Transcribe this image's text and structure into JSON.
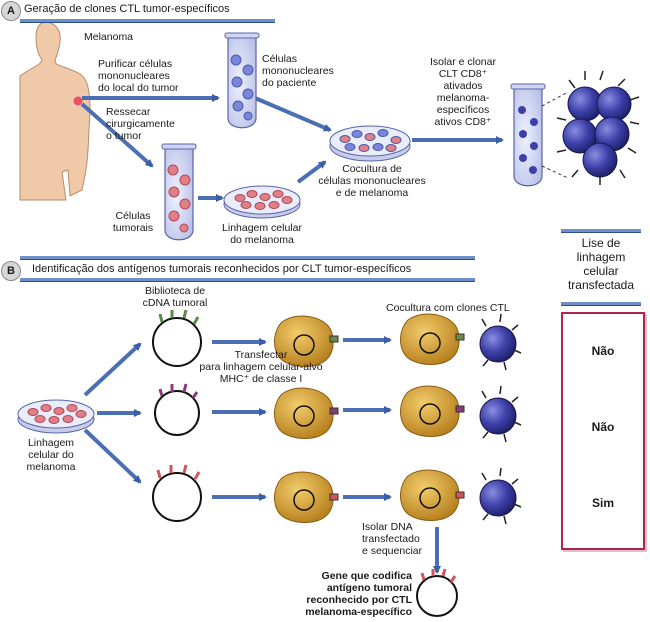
{
  "section_a": {
    "letter": "A",
    "title": "Geração de clones CTL tumor-específicos",
    "melanoma": "Melanoma",
    "purify": [
      "Purificar células",
      "mononucleares",
      "do local do tumor"
    ],
    "resect": [
      "Ressecar",
      "cirurgicamente",
      "o tumor"
    ],
    "patient_cells": [
      "Células",
      "mononucleares",
      "do paciente"
    ],
    "tumor_cells": [
      "Células",
      "tumorais"
    ],
    "cell_line": [
      "Linhagem celular",
      "do melanoma"
    ],
    "coculture": [
      "Cocultura de",
      "células mononucleares",
      "e de melanoma"
    ],
    "isolate": [
      "Isolar e clonar",
      "CLT CD8⁺",
      "ativados",
      "melanoma-",
      "específicos",
      "ativos CD8⁺"
    ]
  },
  "section_b": {
    "letter": "B",
    "title": "Identificação dos antígenos tumorais reconhecidos por CLT tumor-específicos",
    "library": [
      "Biblioteca de",
      "cDNA tumoral"
    ],
    "coculture_ctl": "Cocultura com clones CTL",
    "transfect": [
      "Transfectar",
      "para linhagem celular-alvo",
      "MHC⁺ de classe I"
    ],
    "melanoma_line": [
      "Linhagem",
      "celular do",
      "melanoma"
    ],
    "isolate_dna": [
      "Isolar DNA",
      "transfectado",
      "e sequenciar"
    ],
    "gene": [
      "Gene que codifica",
      "antígeno tumoral",
      "reconhecido por CTL",
      "melanoma-específico"
    ]
  },
  "lysis": {
    "header": [
      "Lise de",
      "linhagem",
      "celular",
      "transfectada"
    ],
    "results": [
      "Não",
      "Não",
      "Sim"
    ]
  },
  "colors": {
    "arrow": "#4a6fb5",
    "tumor_cell": "#e07f86",
    "apc_cell": "#d9a63a",
    "ctl_cell": "#3d40a8",
    "lysis_border": "#b0234b"
  }
}
